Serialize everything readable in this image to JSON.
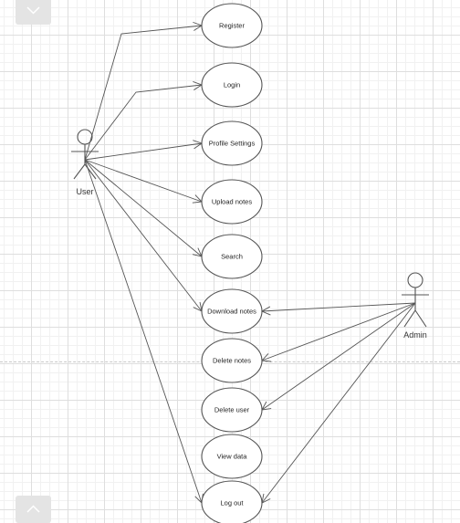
{
  "actors": {
    "user": "User",
    "admin": "Admin"
  },
  "use_cases": [
    "Register",
    "Login",
    "Profile Settings",
    "Upload notes",
    "Search",
    "Download notes",
    "Delete notes",
    "Delete user",
    "View data",
    "Log out"
  ],
  "associations": [
    {
      "from": "User",
      "to": "Register"
    },
    {
      "from": "User",
      "to": "Login"
    },
    {
      "from": "User",
      "to": "Profile Settings"
    },
    {
      "from": "User",
      "to": "Upload notes"
    },
    {
      "from": "User",
      "to": "Search"
    },
    {
      "from": "User",
      "to": "Download notes"
    },
    {
      "from": "User",
      "to": "Log out"
    },
    {
      "from": "Admin",
      "to": "Download notes"
    },
    {
      "from": "Admin",
      "to": "Delete notes"
    },
    {
      "from": "Admin",
      "to": "Delete user"
    },
    {
      "from": "Admin",
      "to": "Log out"
    }
  ],
  "icons": {
    "collapse": "chevron-down-icon",
    "expand": "chevron-up-icon"
  },
  "colors": {
    "stroke": "#555555",
    "grid": "#dedede",
    "button": "#e4e4e4"
  }
}
